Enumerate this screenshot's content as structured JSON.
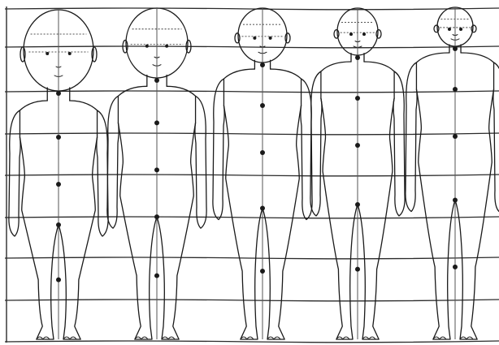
{
  "diagram": {
    "kind": "human-body-proportion-chart",
    "figure_count": 5,
    "head_units_per_figure": [
      4,
      5,
      6,
      7,
      8
    ],
    "horizontal_guide_lines": 9,
    "center_markers": [
      "neck",
      "nipple",
      "navel",
      "groin",
      "knee"
    ],
    "colors": {
      "background": "#ffffff",
      "ink": "#1a1a1a",
      "guide": "#2a2a2a",
      "center_line": "#555555"
    }
  }
}
